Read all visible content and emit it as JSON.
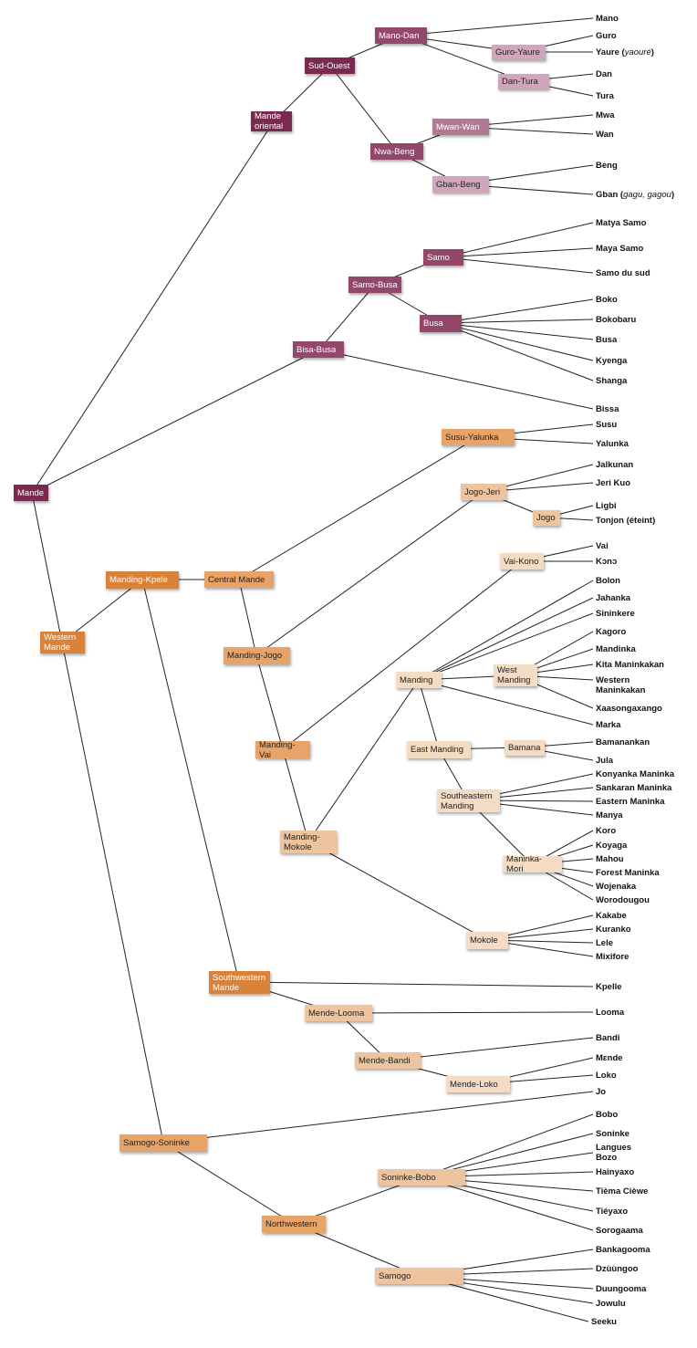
{
  "colors": {
    "maroon_dark": "#7a2a4e",
    "maroon_mid": "#93476b",
    "mauve": "#b07a95",
    "mauve_light": "#cfa6bb",
    "orange_dark": "#d9823a",
    "orange_mid": "#e8a468",
    "peach": "#edc49d",
    "peach_light": "#f3dcc3",
    "edge": "#222222"
  },
  "nodes": {
    "mande": "Mande",
    "mande_oriental": "Mande\noriental",
    "sud_ouest": "Sud-Ouest",
    "mano_dan": "Mano-Dan",
    "guro_yaure": "Guro-Yaure",
    "dan_tura": "Dan-Tura",
    "nwa_beng": "Nwa-Beng",
    "mwan_wan": "Mwan-Wan",
    "gban_beng": "Gban-Beng",
    "bisa_busa": "Bisa-Busa",
    "samo_busa": "Samo-Busa",
    "samo": "Samo",
    "busa": "Busa",
    "western_mande": "Western\nMande",
    "manding_kpele": "Manding-Kpele",
    "central_mande": "Central Mande",
    "susu_yalunka": "Susu-Yalunka",
    "manding_jogo": "Manding-Jogo",
    "jogo_jeri": "Jogo-Jeri",
    "jogo": "Jogo",
    "manding_vai": "Manding-Vai",
    "vai_kono": "Vai-Kono",
    "manding_mokole": "Manding-\nMokole",
    "manding": "Manding",
    "west_manding": "West\nManding",
    "east_manding": "East Manding",
    "bamana": "Bamana",
    "southeastern_manding": "Southeastern\nManding",
    "maninka_mori": "Maninka-Mori",
    "mokole": "Mokole",
    "southwestern_mande": "Southwestern\nMande",
    "mende_looma": "Mende-Looma",
    "mende_bandi": "Mende-Bandi",
    "mende_loko": "Mende-Loko",
    "samogo_soninke": "Samogo-Soninke",
    "northwestern": "Northwestern",
    "soninke_bobo": "Soninke-Bobo",
    "samogo": "Samogo"
  },
  "leaves": {
    "mano": "Mano",
    "guro": "Guro",
    "yaure": "Yaure",
    "yaure_alt": "yaouré",
    "dan": "Dan",
    "tura": "Tura",
    "mwa": "Mwa",
    "wan": "Wan",
    "beng": "Beng",
    "gban": "Gban",
    "gban_alt": "gagu, gagou",
    "matya_samo": "Matya Samo",
    "maya_samo": "Maya Samo",
    "samo_du_sud": "Samo du sud",
    "boko": "Boko",
    "bokobaru": "Bokobaru",
    "busa": "Busa",
    "kyenga": "Kyenga",
    "shanga": "Shanga",
    "bissa": "Bissa",
    "susu": "Susu",
    "yalunka": "Yalunka",
    "jalkunan": "Jalkunan",
    "jeri_kuo": "Jeri Kuo",
    "ligbi": "Ligbi",
    "tonjon": "Tonjon (éteint)",
    "vai": "Vai",
    "kono": "Kɔnɔ",
    "bolon": "Bolon",
    "jahanka": "Jahanka",
    "sininkere": "Sininkere",
    "kagoro": "Kagoro",
    "mandinka": "Mandinka",
    "kita_maninkakan": "Kita Maninkakan",
    "western_maninkakan": "Western\nManinkakan",
    "xaasongaxango": "Xaasongaxango",
    "marka": "Marka",
    "bamanankan": "Bamanankan",
    "jula": "Jula",
    "konyanka_maninka": "Konyanka Maninka",
    "sankaran_maninka": "Sankaran Maninka",
    "eastern_maninka": "Eastern Maninka",
    "manya": "Manya",
    "koro": "Koro",
    "koyaga": "Koyaga",
    "mahou": "Mahou",
    "forest_maninka": "Forest Maninka",
    "wojenaka": "Wojenaka",
    "worodougou": "Worodougou",
    "kakabe": "Kakabe",
    "kuranko": "Kuranko",
    "lele": "Lele",
    "mixifore": "Mixifore",
    "kpelle": "Kpelle",
    "looma": "Looma",
    "bandi": "Bandi",
    "mende": "Mɛnde",
    "loko": "Loko",
    "jo": "Jo",
    "bobo": "Bobo",
    "soninke": "Soninke",
    "langues_bozo": "Langues\nBozo",
    "hainyaxo": "Hainyaxo",
    "tiema_ciewe": "Tièma Cièwe",
    "tieyaxo": "Tiéyaxo",
    "sorogaama": "Sorogaama",
    "bankagooma": "Bankagooma",
    "dzuungoo": "Dzùùngoo",
    "duungooma": "Duungooma",
    "jowulu": "Jowulu",
    "seeku": "Seeku"
  }
}
